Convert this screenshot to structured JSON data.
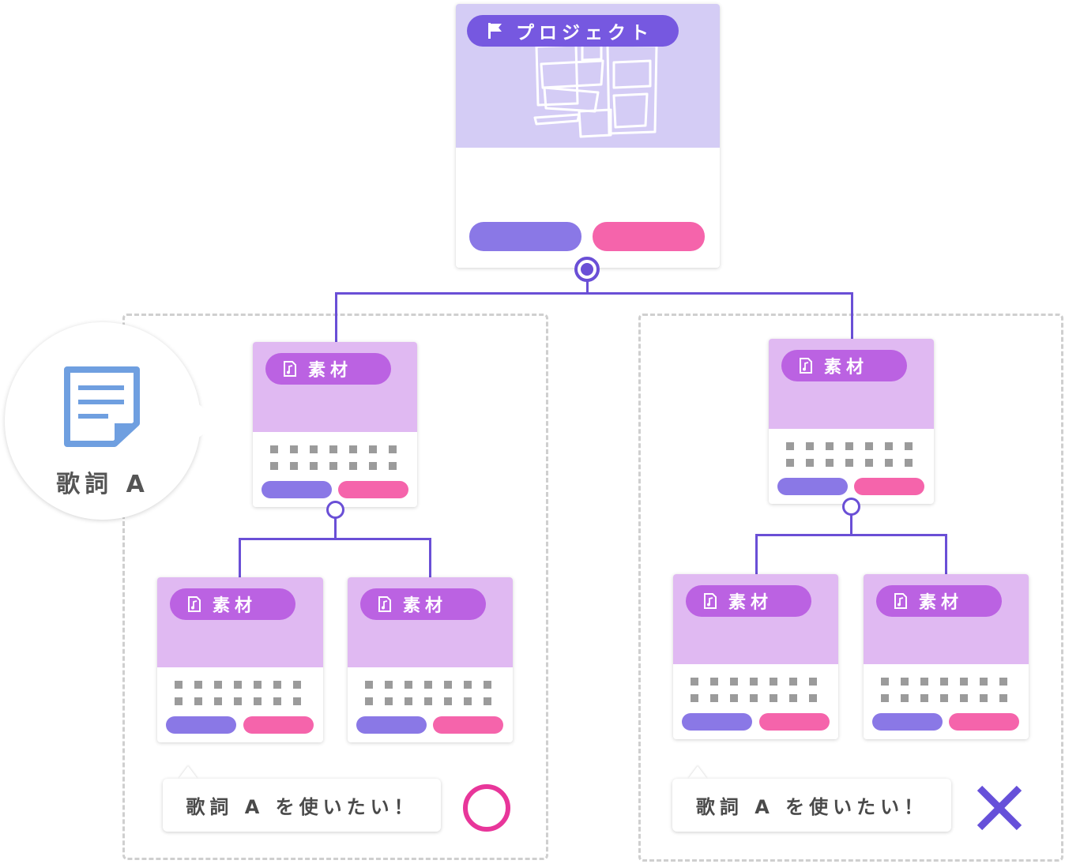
{
  "project": {
    "tag_label": "プロジェクト",
    "icon": "flag-icon"
  },
  "material": {
    "tag_label": "素材",
    "icon": "music-file-icon"
  },
  "lyrics": {
    "label": "歌詞 A",
    "icon": "document-icon"
  },
  "usage_request": {
    "text": "歌詞 A を使いたい！"
  },
  "results": {
    "left": "allowed-circle-icon",
    "right": "denied-cross-icon"
  },
  "colors": {
    "project_header": "#d4ccf5",
    "project_tag": "#7658e0",
    "material_header": "#e0b9f2",
    "material_tag": "#bb62e2",
    "button_purple": "#8a78e6",
    "button_pink": "#f564ab",
    "connector": "#6a4fd6",
    "ok_mark": "#e8369a",
    "ng_mark": "#6650d9",
    "lyrics_icon": "#6f9fe0"
  }
}
